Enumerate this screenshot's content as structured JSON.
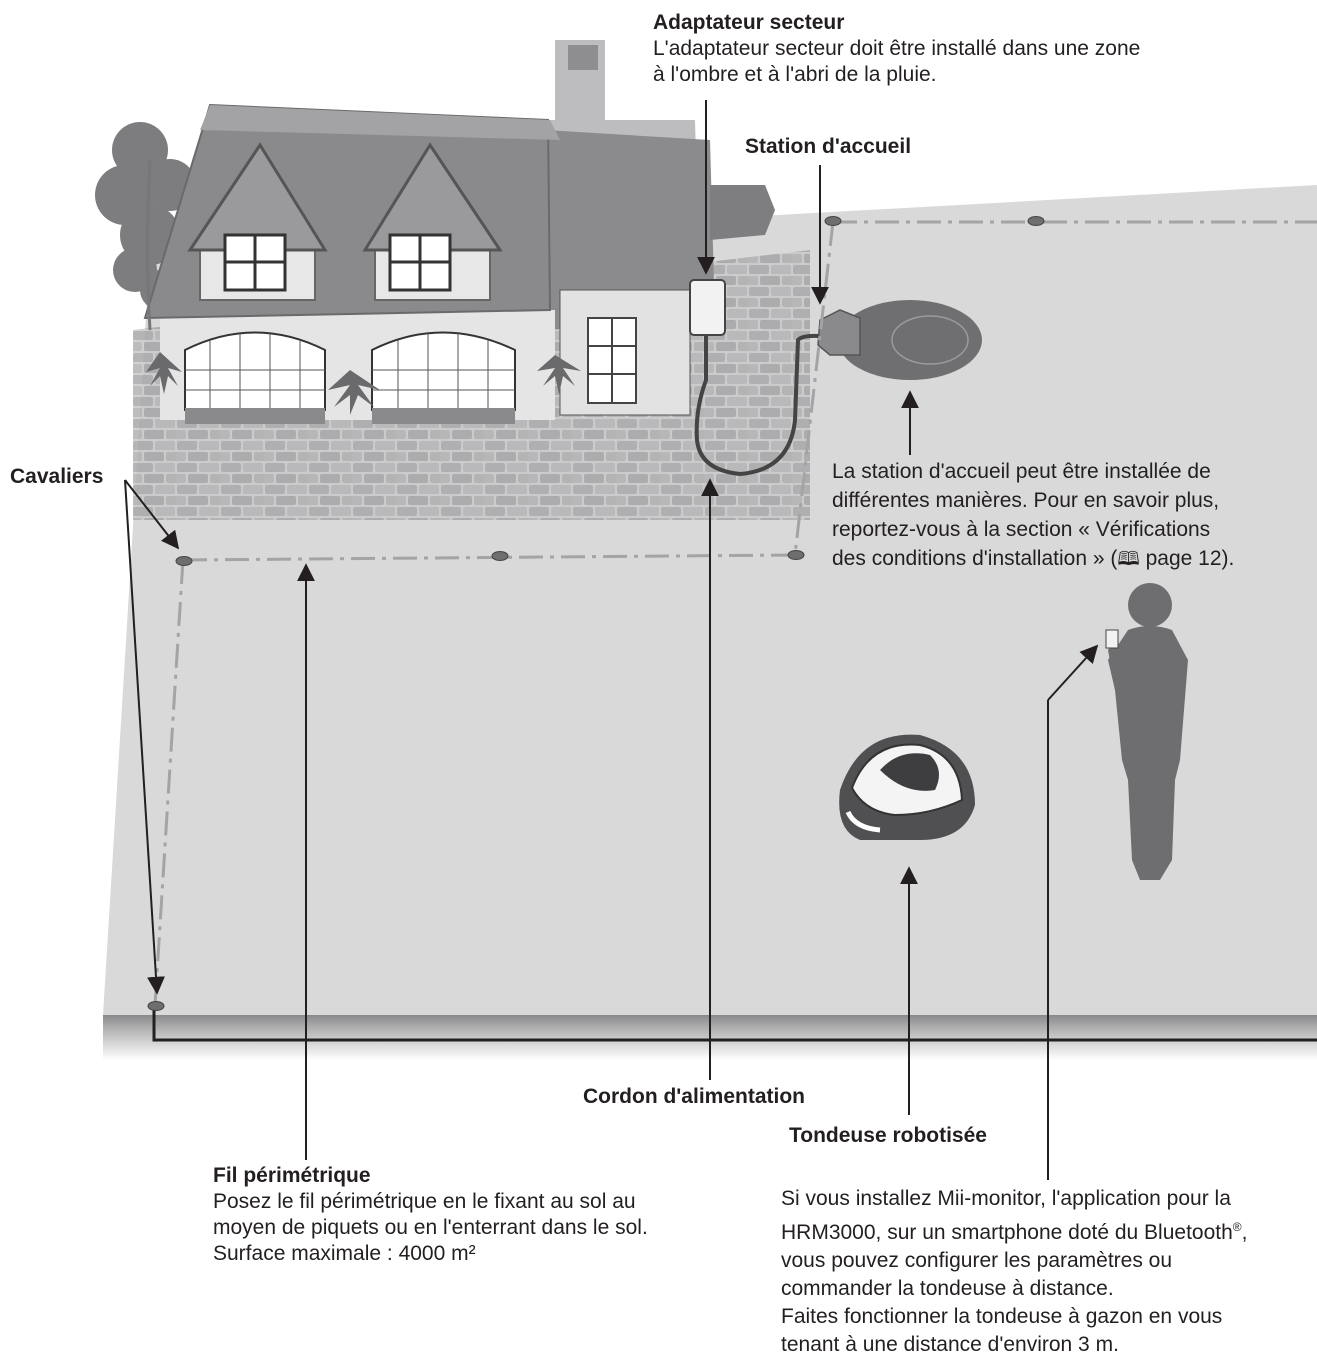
{
  "labels": {
    "adapter": {
      "title": "Adaptateur secteur",
      "lines": [
        "L'adaptateur secteur doit être installé dans une zone",
        "à l'ombre et à l'abri de la pluie."
      ]
    },
    "station": {
      "title": "Station d'accueil"
    },
    "station_note": {
      "lines": [
        "La station d'accueil peut être installée de",
        "différentes manières. Pour en savoir plus,",
        "reportez-vous à la section « Vérifications",
        "des conditions d'installation » (",
        "page 12)."
      ],
      "book_glyph": "🕮"
    },
    "cavaliers": {
      "title": "Cavaliers"
    },
    "cordon": {
      "title": "Cordon d'alimentation"
    },
    "tondeuse": {
      "title": "Tondeuse robotisée"
    },
    "fil": {
      "title": "Fil périmétrique",
      "lines": [
        "Posez le fil périmétrique en le fixant au sol au",
        "moyen de piquets ou en l'enterrant dans le sol.",
        "Surface maximale : 4000 m²"
      ]
    },
    "app": {
      "lines": [
        "Si vous installez Mii-monitor, l'application pour la",
        "HRM3000, sur un smartphone doté du Bluetooth",
        "®",
        "vous pouvez configurer les paramètres ou",
        "commander la tondeuse à distance.",
        "Faites fonctionner la tondeuse à gazon en vous",
        "tenant à une distance d'environ 3 m."
      ],
      "trailing_comma": ","
    }
  },
  "colors": {
    "lawn": "#d9d9da",
    "roof": "#8c8c8e",
    "wall": "#e4e4e4",
    "brick": "#a9a9ab",
    "wire_dash": "#a4a4a6",
    "person": "#6e6e70",
    "text": "#231f20"
  }
}
